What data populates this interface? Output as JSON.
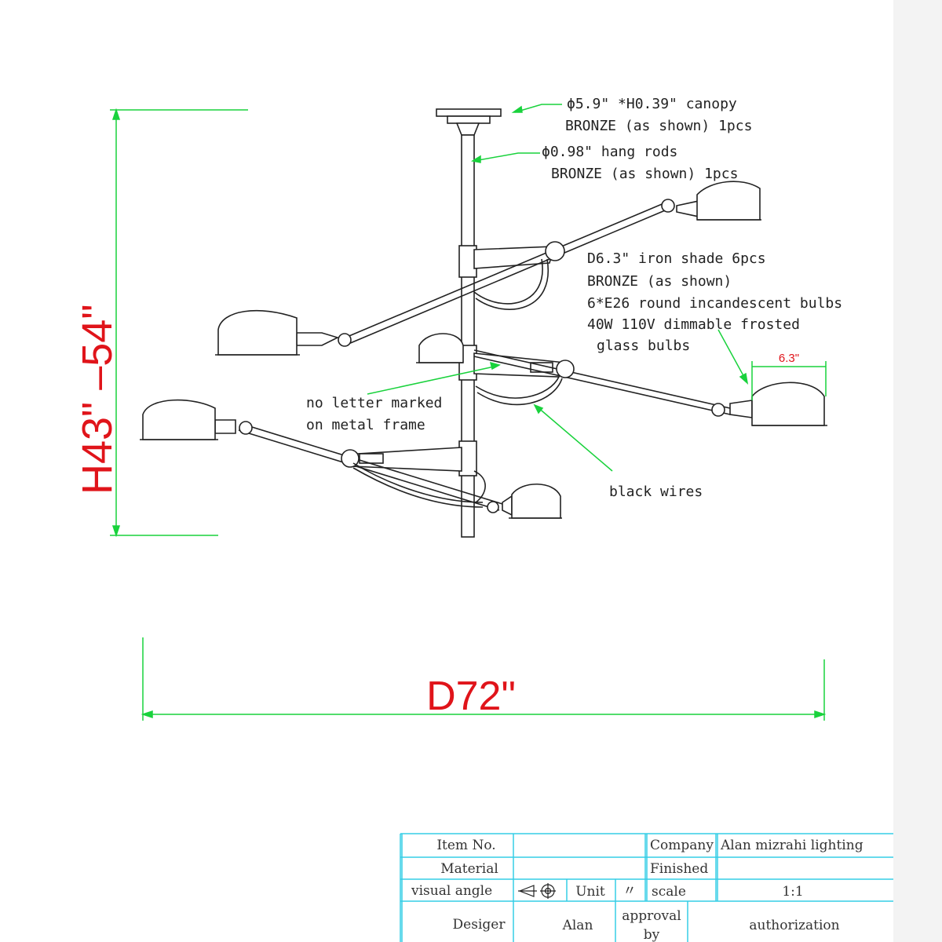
{
  "annotations": {
    "canopy_line1": "ϕ5.9\" *H0.39\" canopy",
    "canopy_line2": "BRONZE (as shown) 1pcs",
    "rod_line1": "ϕ0.98\" hang rods",
    "rod_line2": "BRONZE (as shown) 1pcs",
    "shade_line1": "D6.3\" iron shade   6pcs",
    "shade_line2": "BRONZE (as shown)",
    "shade_line3": "6*E26 round incandescent  bulbs",
    "shade_line4": "40W 110V  dimmable frosted",
    "shade_line5": "glass bulbs",
    "frame_line1": "no letter marked",
    "frame_line2": "on metal frame",
    "wires": "black wires"
  },
  "dimensions": {
    "height": "H43\" –54\"",
    "diameter": "D72\"",
    "shade_width": "6.3\""
  },
  "title_block": {
    "item_no_label": "Item No.",
    "item_no_value": "",
    "company_label": "Company",
    "company_value": "Alan mizrahi lighting",
    "material_label": "Material",
    "material_value": "",
    "finished_label": "Finished",
    "finished_value": "",
    "visual_angle_label": "visual angle",
    "unit_label": "Unit",
    "unit_value": "〃",
    "scale_label": "scale",
    "scale_value": "1:1",
    "designer_label": "Desiger",
    "designer_value": "Alan",
    "approval_label_1": "approval",
    "approval_label_2": "by",
    "authorization_label": "authorization"
  },
  "colors": {
    "leader_green": "#19d23c",
    "dimension_red": "#e0141a",
    "table_cyan": "#35cde6",
    "ink": "#222222"
  }
}
